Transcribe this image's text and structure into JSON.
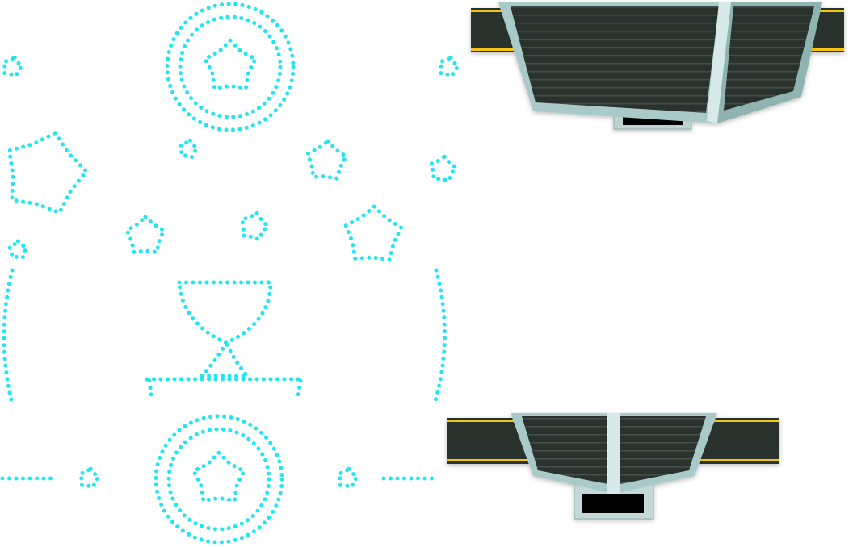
{
  "colors": {
    "dots": "#1ee6f2",
    "board_dark": "#2b302f",
    "board_stripe": "#3e4745",
    "frame": "#9fc3c2",
    "frame_light": "#d3e6e6",
    "accent_yellow": "#f5c518"
  },
  "assets": {
    "dotted_sprites": [
      "soccer-ball",
      "star",
      "trophy",
      "bracket"
    ],
    "scoreboards": [
      "scoreboard-angled",
      "scoreboard-front"
    ]
  }
}
